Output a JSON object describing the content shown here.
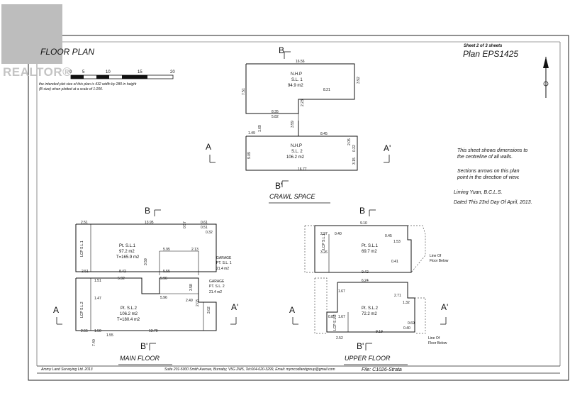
{
  "logo": {
    "wordmark": "REALTOR®"
  },
  "title_block": {
    "heading": "FLOOR PLAN",
    "sheet_no": "Sheet 2 of 3 sheets",
    "plan_no": "Plan EPS1425"
  },
  "scale_bar": {
    "ticks": [
      "0",
      "5",
      "10",
      "15",
      "20"
    ],
    "note_line1": "the intended plot size of this plan is 432 width by 280 in height",
    "note_line2": "(B size) when plotted at a scale of 1:200."
  },
  "notes": [
    "This sheet shows dimensions to",
    "the centreline of all walls.",
    "Sections arrows on this plan",
    "point in the direction of view.",
    "Liming Yuan, B.C.L.S.",
    "Dated This 23rd Day Of April, 2013."
  ],
  "section_labels": {
    "b": "B",
    "b_prime": "B'",
    "a": "A",
    "a_prime": "A'"
  },
  "crawl_space": {
    "title": "CRAWL SPACE",
    "sl1": [
      "N.H.P",
      "S.L. 1",
      "94.9 m2"
    ],
    "sl2": [
      "N.H.P",
      "S.L. 2",
      "106.2 m2"
    ],
    "dims": [
      "16.56",
      "3.92",
      "7.51",
      "8.21",
      "2.23",
      "8.35",
      "5.82",
      "1.69",
      "1.49",
      "3.59",
      "8.45",
      "2.05",
      "0.22",
      "9.09",
      "3.15",
      "16.77"
    ]
  },
  "main_floor": {
    "title": "MAIN FLOOR",
    "sl1": [
      "Pt. S.L.1",
      "97.2 m2",
      "T=165.9 m2"
    ],
    "sl2": [
      "Pt. S.L.2",
      "106.2 m2",
      "T=180.4 m2"
    ],
    "garage1": [
      "GARAGE",
      "PT. S.L. 1",
      "21.4 m2"
    ],
    "garage2": [
      "GARAGE",
      "PT. S.L. 2",
      "21.4 m2"
    ],
    "lcp1": "LCP S.L.1",
    "lcp2": "LCP S.L.2",
    "dims": [
      "13.95",
      "2.51",
      "0.61",
      "0.57",
      "0.51",
      "0.32",
      "5.95",
      "2.13",
      "8.42",
      "5.92",
      "5.55",
      "5.96",
      "2.51",
      "1.51",
      "1.47",
      "5.96",
      "2.49",
      "2.03",
      "3.02",
      "13.70",
      "2.55",
      "1.50",
      "1.55",
      "7.40",
      "3.59",
      "3.58"
    ]
  },
  "upper_floor": {
    "title": "UPPER FLOOR",
    "sl1": [
      "Pt. S.L.1",
      "69.7 m2"
    ],
    "sl2": [
      "Pt. S.L.2",
      "72.2 m2"
    ],
    "lcp1": "LCP S.L.1",
    "lcp2": "LCP S.L.2",
    "line_of_floor_below": [
      "Line Of",
      "Floor Below"
    ],
    "dims": [
      "9.10",
      "2.97",
      "0.40",
      "3.26",
      "0.45",
      "1.53",
      "0.41",
      "9.42",
      "6.24",
      "1.67",
      "2.71",
      "1.32",
      "0.69",
      "0.85",
      "1.67",
      "9.19",
      "0.40",
      "2.52"
    ]
  },
  "footer": {
    "firm": "Ammy Land Surveying Ltd.    2013",
    "address": "Suite 201-5000 Smith Avenue, Burnaby, V5G 2W5, Tel:604-620-3299, Email: mymcodlandgroup@gmail.com",
    "file": "File: C1026-Strata"
  }
}
